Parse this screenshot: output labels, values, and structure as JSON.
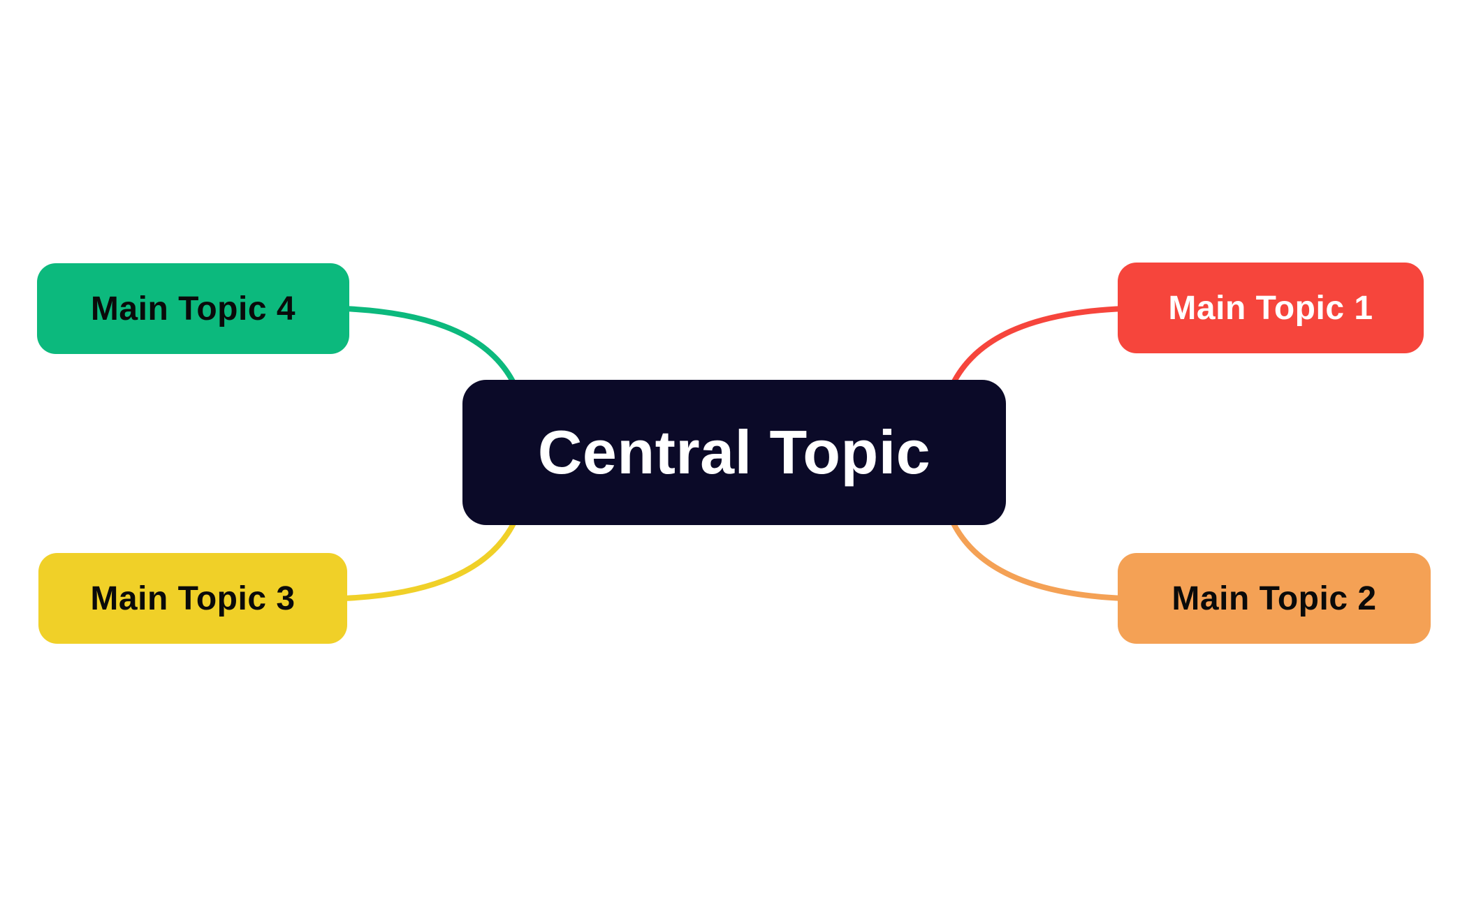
{
  "canvas": {
    "background_color": "#ffffff"
  },
  "diagram": {
    "type": "mindmap",
    "central": {
      "label": "Central Topic",
      "color": "#0b0a28",
      "text_color": "#ffffff"
    },
    "topics": [
      {
        "label": "Main Topic 1",
        "color": "#f6453c",
        "text_color": "#ffffff",
        "position": "top-right"
      },
      {
        "label": "Main Topic 2",
        "color": "#f4a155",
        "text_color": "#0a0a0a",
        "position": "bottom-right"
      },
      {
        "label": "Main Topic 3",
        "color": "#f0d028",
        "text_color": "#0a0a0a",
        "position": "bottom-left"
      },
      {
        "label": "Main Topic 4",
        "color": "#0cb97d",
        "text_color": "#0a0a0a",
        "position": "top-left"
      }
    ],
    "connections": [
      {
        "from": "Central Topic",
        "to": "Main Topic 1"
      },
      {
        "from": "Central Topic",
        "to": "Main Topic 2"
      },
      {
        "from": "Central Topic",
        "to": "Main Topic 3"
      },
      {
        "from": "Central Topic",
        "to": "Main Topic 4"
      }
    ]
  }
}
